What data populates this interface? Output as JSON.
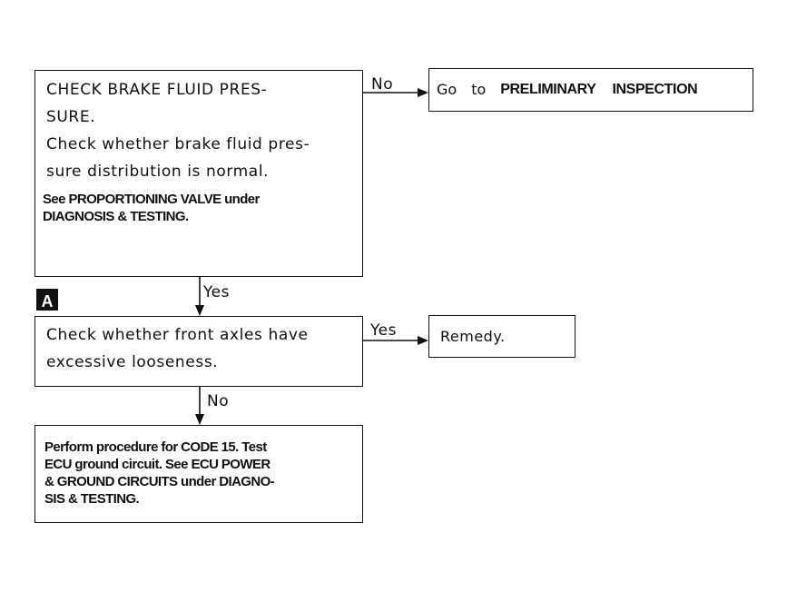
{
  "step_marker": "A",
  "box1": {
    "lines": [
      "CHECK BRAKE FLUID PRES-",
      "SURE.",
      "Check whether brake fluid pres-",
      "sure distribution is normal."
    ],
    "ref_lines": [
      "See PROPORTIONING VALVE under",
      "DIAGNOSIS & TESTING."
    ]
  },
  "box1_no_label": "No",
  "preliminary": {
    "go": "Go",
    "to": "to",
    "preliminary": "PRELIMINARY",
    "inspection": "INSPECTION"
  },
  "box1_yes_label": "Yes",
  "box2": {
    "lines": [
      "Check whether front axles have",
      "excessive looseness."
    ]
  },
  "box2_yes_label": "Yes",
  "remedy": {
    "text": "Remedy."
  },
  "box2_no_label": "No",
  "box3": {
    "lines": [
      "Perform procedure for CODE 15. Test",
      "ECU ground circuit. See ECU POWER",
      "& GROUND CIRCUITS under DIAGNO-",
      "SIS & TESTING."
    ]
  }
}
